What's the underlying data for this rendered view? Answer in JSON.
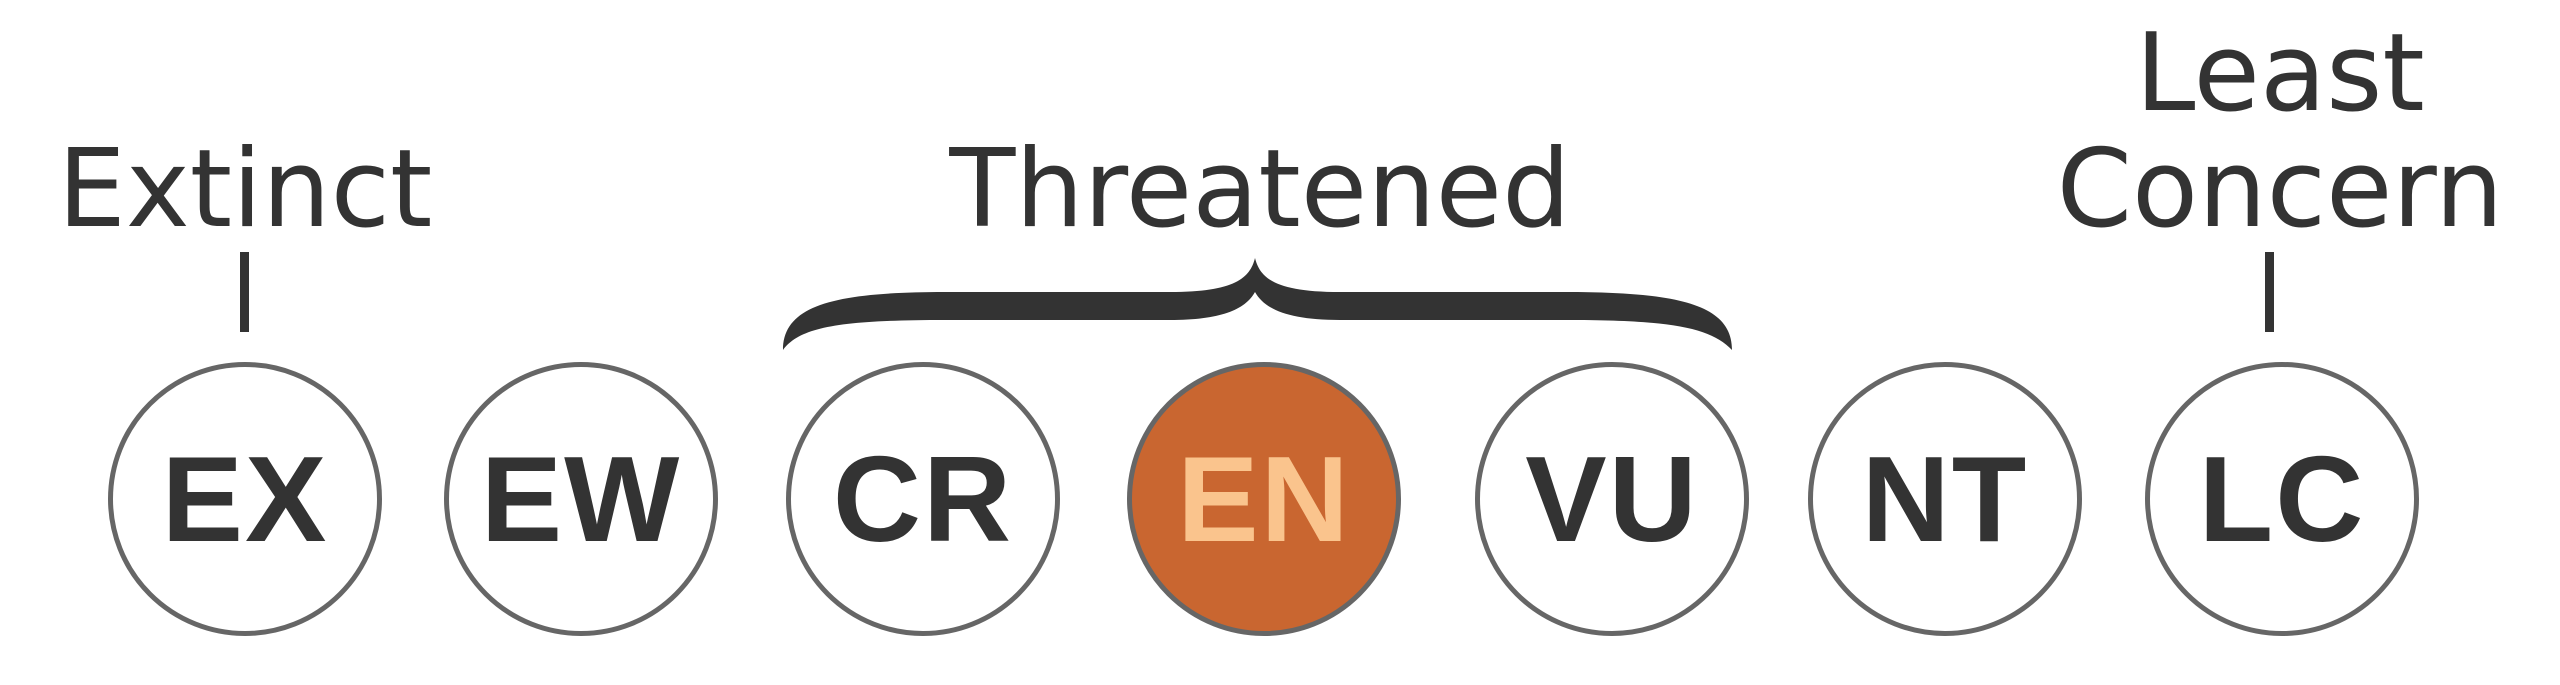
{
  "groups": {
    "extinct": "Extinct",
    "threatened": "Threatened",
    "least_concern_line1": "Least",
    "least_concern_line2": "Concern"
  },
  "categories": [
    {
      "code": "EX",
      "active": false
    },
    {
      "code": "EW",
      "active": false
    },
    {
      "code": "CR",
      "active": false
    },
    {
      "code": "EN",
      "active": true
    },
    {
      "code": "VU",
      "active": false
    },
    {
      "code": "NT",
      "active": false
    },
    {
      "code": "LC",
      "active": false
    }
  ],
  "colors": {
    "text": "#333333",
    "outline": "#666666",
    "active_fill": "#c96630",
    "active_text": "#fac48d"
  }
}
